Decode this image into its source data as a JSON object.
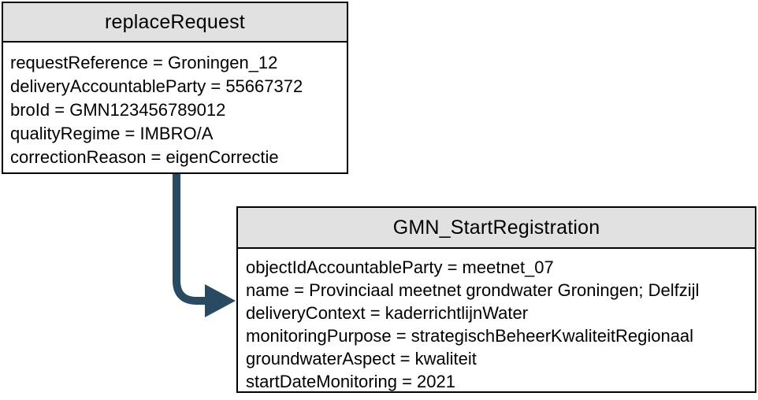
{
  "diagram": {
    "background_color": "#ffffff",
    "border_color": "#000000",
    "header_fill": "#e1e1e1",
    "text_color": "#000000",
    "connector_color": "#2a4a61",
    "connector": {
      "from": "replaceRequest",
      "to": "GMN_StartRegistration",
      "style": "elbow-arrow-down-right"
    },
    "nodes": [
      {
        "title": "replaceRequest",
        "fields": [
          "requestReference = Groningen_12",
          "deliveryAccountableParty = 55667372",
          "broId = GMN123456789012",
          "qualityRegime = IMBRO/A",
          "correctionReason = eigenCorrectie"
        ]
      },
      {
        "title": "GMN_StartRegistration",
        "fields": [
          "objectIdAccountableParty = meetnet_07",
          "name = Provinciaal meetnet grondwater Groningen; Delfzijl",
          "deliveryContext = kaderrichtlijnWater",
          "monitoringPurpose = strategischBeheerKwaliteitRegionaal",
          "groundwaterAspect = kwaliteit",
          "startDateMonitoring = 2021"
        ]
      }
    ]
  }
}
